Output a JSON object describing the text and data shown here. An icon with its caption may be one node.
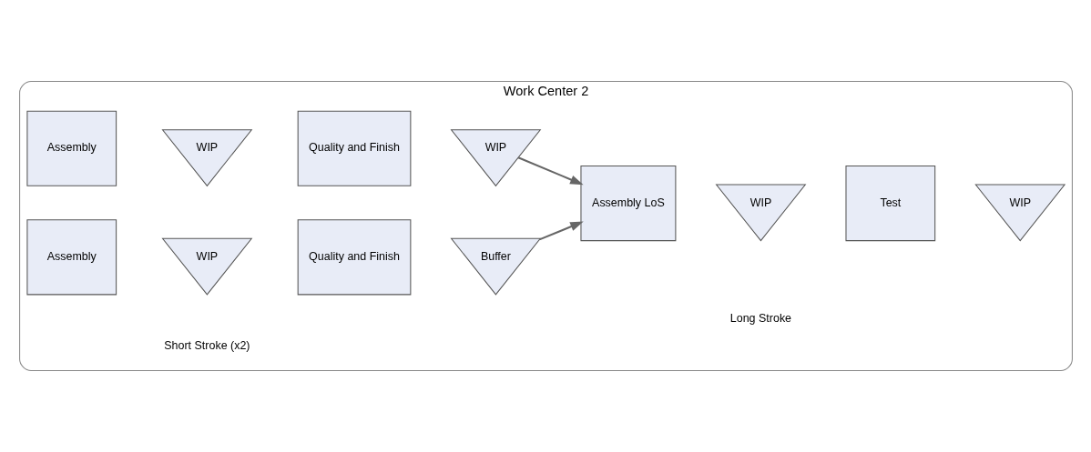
{
  "diagram": {
    "nodes": [
      {
        "text": [
          "Work Center 2"
        ]
      },
      {
        "text": [
          "Assembly"
        ],
        "in": 0
      },
      {
        "text": [
          "WIP"
        ],
        "in": 0
      },
      {
        "text": [
          "Quality and Finish"
        ],
        "in": 0
      },
      {
        "text": [
          "WIP"
        ],
        "in": 0
      },
      {
        "text": [
          "Assembly"
        ],
        "in": 0
      },
      {
        "text": [
          "WIP"
        ],
        "in": 0
      },
      {
        "text": [
          "Quality and Finish"
        ],
        "in": 0
      },
      {
        "text": [
          "Buffer"
        ],
        "in": 0
      },
      {
        "text": [
          "Assembly LoS"
        ],
        "in": 0
      },
      {
        "text": [
          "WIP"
        ],
        "in": 0
      },
      {
        "text": [
          "Test"
        ],
        "in": 0
      },
      {
        "text": [
          "WIP"
        ],
        "in": 0
      }
    ],
    "edges": [
      {
        "from": 4,
        "to": 9,
        "arrow": "to"
      },
      {
        "from": 8,
        "to": 9,
        "arrow": "to"
      }
    ],
    "labels": [
      "Short Stroke (x2)",
      "Long Stroke"
    ]
  }
}
